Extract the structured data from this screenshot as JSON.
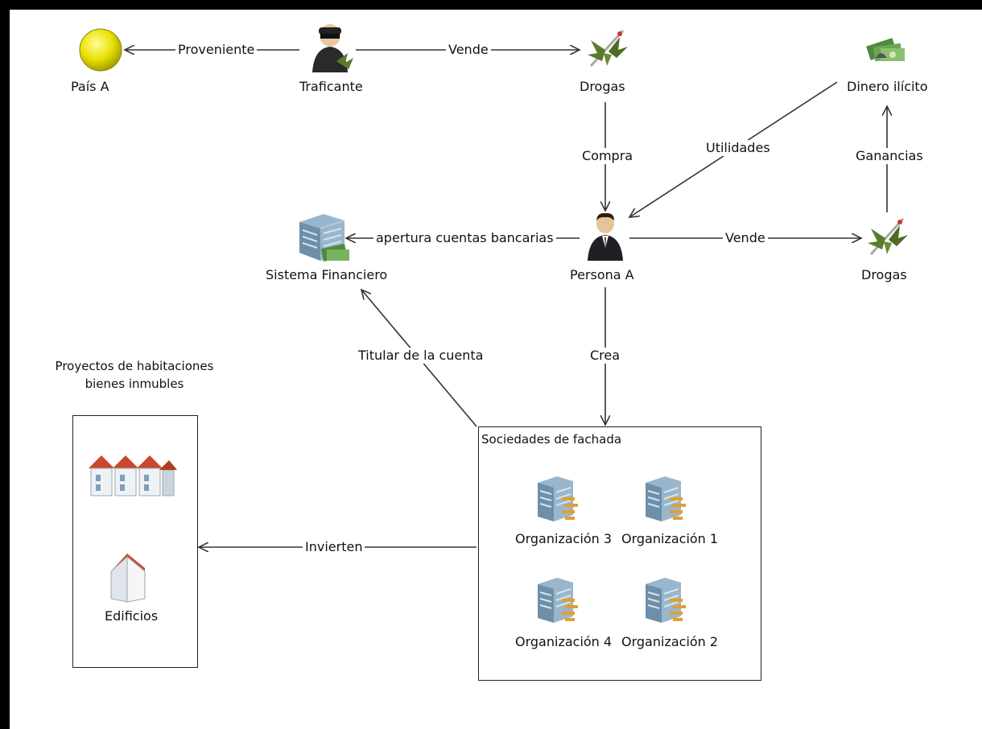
{
  "nodes": {
    "pais_a": "País A",
    "traficante": "Traficante",
    "drogas_top": "Drogas",
    "dinero_ilicito": "Dinero ilícito",
    "sistema_financiero": "Sistema Financiero",
    "persona_a": "Persona A",
    "drogas_right": "Drogas",
    "edificios": "Edificios",
    "org3": "Organización 3",
    "org1": "Organización 1",
    "org4": "Organización 4",
    "org2": "Organización 2"
  },
  "groups": {
    "proyectos": "Proyectos de habitaciones\nbienes inmubles",
    "sociedades": "Sociedades de fachada"
  },
  "edges": {
    "proveniente": "Proveniente",
    "vende_top": "Vende",
    "compra": "Compra",
    "utilidades": "Utilidades",
    "ganancias": "Ganancias",
    "apertura": "apertura cuentas bancarias",
    "vende_right": "Vende",
    "crea": "Crea",
    "titular": "Titular de la cuenta",
    "invierten": "Invierten"
  },
  "colors": {
    "country": "#e8e000",
    "person": "#222222",
    "building": "#7f9fb8",
    "roof": "#c9482e",
    "money": "#4f8a3c",
    "drug": "#5a7a2c"
  }
}
